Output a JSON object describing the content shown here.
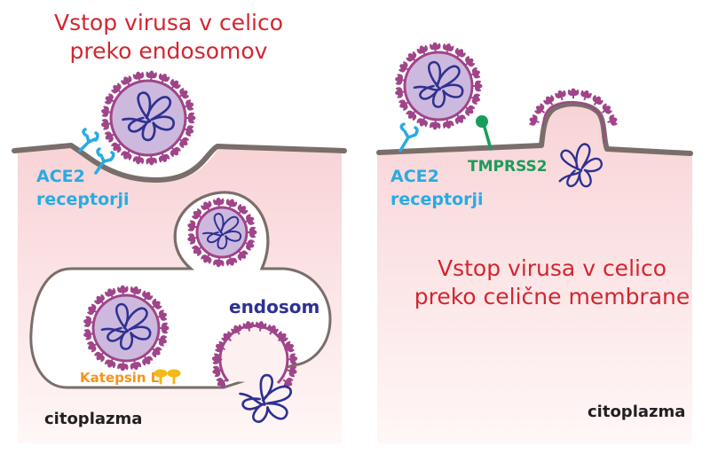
{
  "left_panel": {
    "title_line1": "Vstop virusa v celico",
    "title_line2": "preko endosomov",
    "receptor_label_line1": "ACE2",
    "receptor_label_line2": "receptorji",
    "endosome_label": "endosom",
    "protease_label": "Katepsin L",
    "cytoplasm_label": "citoplazma"
  },
  "right_panel": {
    "title_line1": "Vstop virusa v celico",
    "title_line2": "preko celične membrane",
    "receptor_label_line1": "ACE2",
    "receptor_label_line2": "receptorji",
    "protease_label": "TMPRSS2",
    "cytoplasm_label": "citoplazma"
  },
  "colors": {
    "title": "#d22630",
    "membrane": "#7a6e6a",
    "cytoplasm": "#f9d9dc",
    "virus_body": "#cdb9de",
    "virus_envelope": "#a0458a",
    "spike": "#a0458a",
    "rna": "#2e3192",
    "ace2": "#29abe2",
    "tmprss2": "#1a9c5a",
    "katepsin": "#f7941d",
    "katepsin_marker": "#f5b81a"
  }
}
